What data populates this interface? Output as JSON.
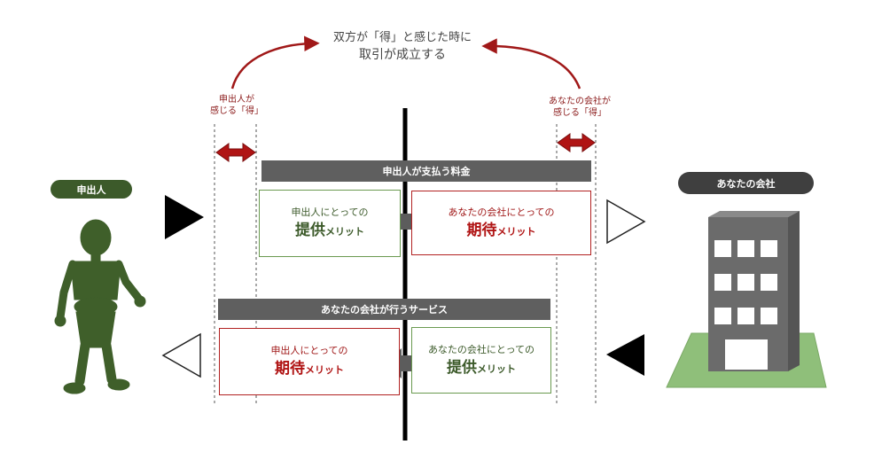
{
  "top_caption": {
    "line1": "双方が「得」と感じた時に",
    "line2": "取引が成立する"
  },
  "left_gain_label": {
    "line1": "申出人が",
    "line2": "感じる「得」"
  },
  "right_gain_label": {
    "line1": "あなたの会社が",
    "line2": "感じる「得」"
  },
  "left_party": {
    "label": "申出人"
  },
  "right_party": {
    "label": "あなたの会社"
  },
  "top_bar": {
    "label": "申出人が支払う料金"
  },
  "bottom_bar": {
    "label": "あなたの会社が行うサービス"
  },
  "box_top_left": {
    "line1": "申出人にとっての",
    "big": "提供",
    "small": "メリット"
  },
  "box_top_right": {
    "line1": "あなたの会社にとっての",
    "big": "期待",
    "small": "メリット"
  },
  "box_bottom_left": {
    "line1": "申出人にとっての",
    "big": "期待",
    "small": "メリット"
  },
  "box_bottom_right": {
    "line1": "あなたの会社にとっての",
    "big": "提供",
    "small": "メリット"
  },
  "colors": {
    "dark_green": "#3c5a2a",
    "figure_green": "#3f5f2a",
    "dark_red": "#a01818",
    "bar_gray": "#5f5f5f",
    "building_gray": "#6b6b6b",
    "ground_green": "#8fbf7a"
  }
}
